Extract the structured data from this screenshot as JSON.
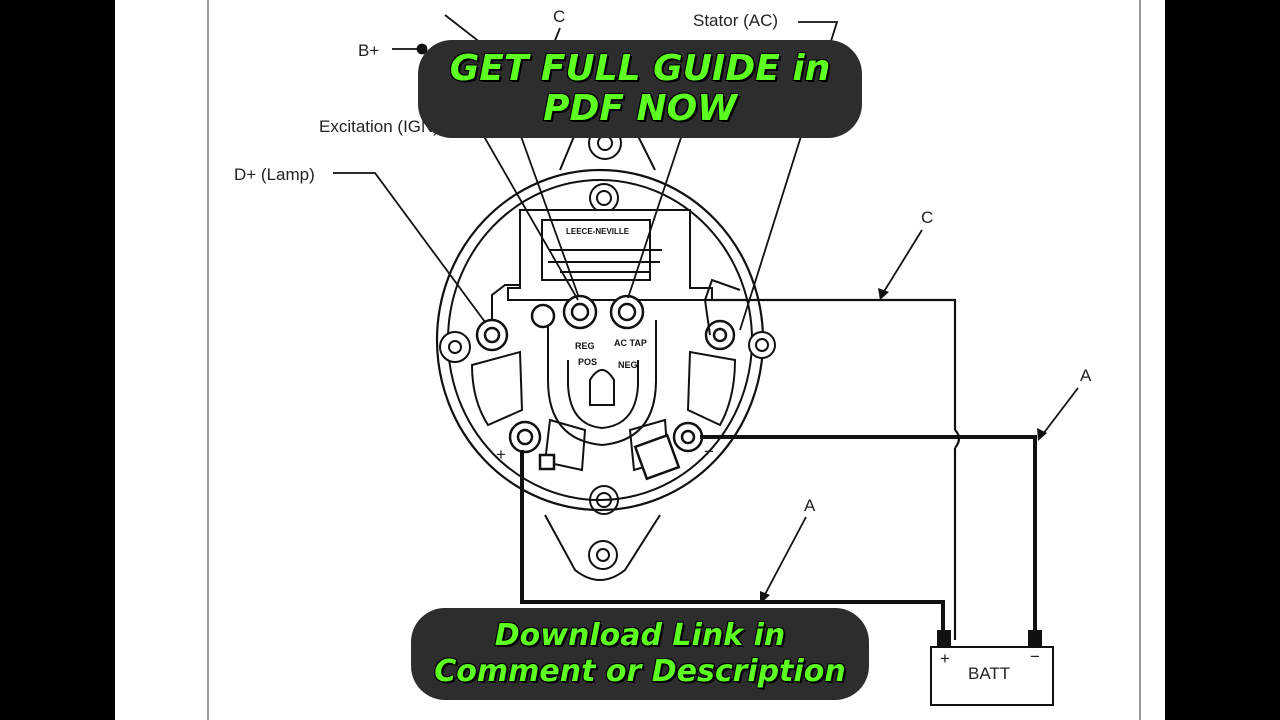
{
  "labels": {
    "b_plus": "B+",
    "c_top": "C",
    "stator": "Stator (AC)",
    "excitation": "Excitation (IGN)",
    "d_plus": "D+ (Lamp)",
    "c_right": "C",
    "a_right": "A",
    "a_bottom": "A",
    "batt": "BATT",
    "batt_plus": "+",
    "batt_minus": "−",
    "plus_terminal": "+",
    "minus_terminal": "−",
    "reg": "REG",
    "ac_tap": "AC TAP",
    "pos": "POS",
    "neg": "NEG",
    "brand": "LEECE-NEVILLE"
  },
  "banner_top": {
    "line1": "GET FULL GUIDE in",
    "line2": "PDF NOW"
  },
  "banner_bottom": {
    "line1": "Download Link in",
    "line2": "Comment or Description"
  },
  "colors": {
    "banner_bg": "#2d2d2d",
    "banner_text": "#5cff1f",
    "line": "#111111"
  }
}
